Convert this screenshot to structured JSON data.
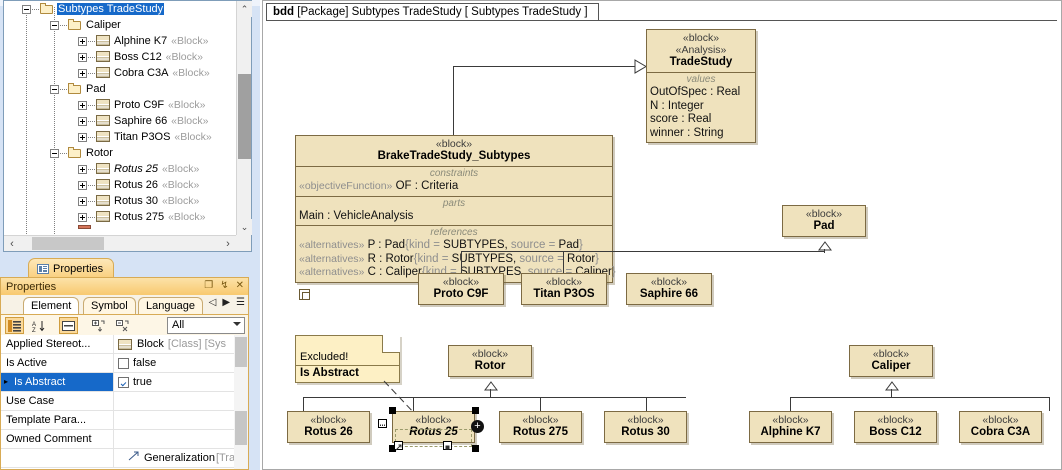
{
  "tree": {
    "items": [
      {
        "label": "Subtypes TradeStudy",
        "type": "folder",
        "depth": 0,
        "selected": true,
        "expander": "minus",
        "stereotype": "",
        "italic": false
      },
      {
        "label": "Caliper",
        "type": "folder",
        "depth": 1,
        "selected": false,
        "expander": "minus",
        "stereotype": "",
        "italic": false
      },
      {
        "label": "Alphine K7",
        "type": "block",
        "depth": 2,
        "selected": false,
        "expander": "plus",
        "stereotype": "«Block»",
        "italic": false
      },
      {
        "label": "Boss C12",
        "type": "block",
        "depth": 2,
        "selected": false,
        "expander": "plus",
        "stereotype": "«Block»",
        "italic": false
      },
      {
        "label": "Cobra C3A",
        "type": "block",
        "depth": 2,
        "selected": false,
        "expander": "plus",
        "stereotype": "«Block»",
        "italic": false
      },
      {
        "label": "Pad",
        "type": "folder",
        "depth": 1,
        "selected": false,
        "expander": "minus",
        "stereotype": "",
        "italic": false
      },
      {
        "label": "Proto C9F",
        "type": "block",
        "depth": 2,
        "selected": false,
        "expander": "plus",
        "stereotype": "«Block»",
        "italic": false
      },
      {
        "label": "Saphire 66",
        "type": "block",
        "depth": 2,
        "selected": false,
        "expander": "plus",
        "stereotype": "«Block»",
        "italic": false
      },
      {
        "label": "Titan P3OS",
        "type": "block",
        "depth": 2,
        "selected": false,
        "expander": "plus",
        "stereotype": "«Block»",
        "italic": false
      },
      {
        "label": "Rotor",
        "type": "folder",
        "depth": 1,
        "selected": false,
        "expander": "minus",
        "stereotype": "",
        "italic": false
      },
      {
        "label": "Rotus 25",
        "type": "block",
        "depth": 2,
        "selected": false,
        "expander": "plus",
        "stereotype": "«Block»",
        "italic": true
      },
      {
        "label": "Rotus 26",
        "type": "block",
        "depth": 2,
        "selected": false,
        "expander": "plus",
        "stereotype": "«Block»",
        "italic": false
      },
      {
        "label": "Rotus 30",
        "type": "block",
        "depth": 2,
        "selected": false,
        "expander": "plus",
        "stereotype": "«Block»",
        "italic": false
      },
      {
        "label": "Rotus 275",
        "type": "block",
        "depth": 2,
        "selected": false,
        "expander": "plus",
        "stereotype": "«Block»",
        "italic": false
      }
    ],
    "scroll_up_glyph": "⌃",
    "scroll_down_glyph": "⌄",
    "scroll_left_glyph": "‹",
    "scroll_right_glyph": "›"
  },
  "properties": {
    "tab_label": "Properties",
    "title": "Properties",
    "title_buttons": [
      "❐",
      "↯",
      "✕"
    ],
    "sub_tabs": [
      {
        "label": "Element",
        "active": true
      },
      {
        "label": "Symbol",
        "active": false
      },
      {
        "label": "Language",
        "active": false
      }
    ],
    "nav_buttons": [
      "◁",
      "▶",
      "☰"
    ],
    "toolbar": {
      "filter_value": "All",
      "buttons": [
        "categorized-icon",
        "sort-alpha-icon",
        "show-description-icon",
        "expand-all-icon",
        "collapse-all-icon"
      ]
    },
    "rows": [
      {
        "key": "Applied Stereot...",
        "value": "Block",
        "value_suffix": "[Class] [Sys",
        "kind": "stereotype",
        "selected": false,
        "marker": false
      },
      {
        "key": "Is Active",
        "value": "false",
        "kind": "checkbox",
        "checked": false,
        "selected": false,
        "marker": false
      },
      {
        "key": "Is Abstract",
        "value": "true",
        "kind": "checkbox",
        "checked": true,
        "selected": true,
        "marker": true
      },
      {
        "key": "Use Case",
        "value": "",
        "kind": "text",
        "selected": false,
        "marker": false
      },
      {
        "key": "Template Para...",
        "value": "",
        "kind": "text",
        "selected": false,
        "marker": false
      },
      {
        "key": "Owned Comment",
        "value": "",
        "kind": "text",
        "selected": false,
        "marker": false
      },
      {
        "key": "",
        "value": "Generalization",
        "value_suffix": "[Tra",
        "kind": "relation",
        "selected": false,
        "marker": false
      }
    ]
  },
  "diagram": {
    "frame_label_prefix": "bdd",
    "frame_label_rest": "[Package] Subtypes TradeStudy [ Subtypes TradeStudy ]",
    "blocks": [
      {
        "id": "tradestudy",
        "stereo1": "«block»",
        "stereo2": "«Analysis»",
        "name": "TradeStudy",
        "compartments": [
          {
            "caption": "values",
            "lines": [
              "OutOfSpec : Real",
              "N : Integer",
              "score : Real",
              "winner : String"
            ]
          }
        ]
      },
      {
        "id": "brake",
        "stereo1": "«block»",
        "name": "BrakeTradeStudy_Subtypes",
        "compartments": [
          {
            "caption": "constraints",
            "lines": [
              "«objectiveFunction» OF : Criteria"
            ]
          },
          {
            "caption": "parts",
            "lines": [
              "Main : VehicleAnalysis"
            ]
          },
          {
            "caption": "references",
            "lines": [
              "«alternatives» P : Pad{kind = SUBTYPES, source = Pad}",
              "«alternatives» R : Rotor{kind = SUBTYPES, source = Rotor}",
              "«alternatives» C : Caliper{kind = SUBTYPES, source = Caliper}"
            ]
          }
        ]
      },
      {
        "id": "pad",
        "stereo1": "«block»",
        "name": "Pad"
      },
      {
        "id": "proto",
        "stereo1": "«block»",
        "name": "Proto C9F"
      },
      {
        "id": "titan",
        "stereo1": "«block»",
        "name": "Titan P3OS"
      },
      {
        "id": "saphire",
        "stereo1": "«block»",
        "name": "Saphire 66"
      },
      {
        "id": "rotor",
        "stereo1": "«block»",
        "name": "Rotor"
      },
      {
        "id": "rotus26",
        "stereo1": "«block»",
        "name": "Rotus 26"
      },
      {
        "id": "rotus25",
        "stereo1": "«block»",
        "name": "Rotus 25",
        "selected": true,
        "italic": true
      },
      {
        "id": "rotus275",
        "stereo1": "«block»",
        "name": "Rotus 275"
      },
      {
        "id": "rotus30",
        "stereo1": "«block»",
        "name": "Rotus 30"
      },
      {
        "id": "caliper",
        "stereo1": "«block»",
        "name": "Caliper"
      },
      {
        "id": "alphine",
        "stereo1": "«block»",
        "name": "Alphine K7"
      },
      {
        "id": "boss",
        "stereo1": "«block»",
        "name": "Boss C12"
      },
      {
        "id": "cobra",
        "stereo1": "«block»",
        "name": "Cobra C3A"
      }
    ],
    "note": {
      "line1": "Excluded!",
      "line2": "Is Abstract"
    }
  },
  "colors": {
    "block_fill": "#efe2bd",
    "block_border": "#7c6a43",
    "note_fill": "#fdf0c5",
    "selection_blue": "#1669c9",
    "panel_orange": "#f8c96f",
    "panel_blue": "#d6e3f5"
  }
}
